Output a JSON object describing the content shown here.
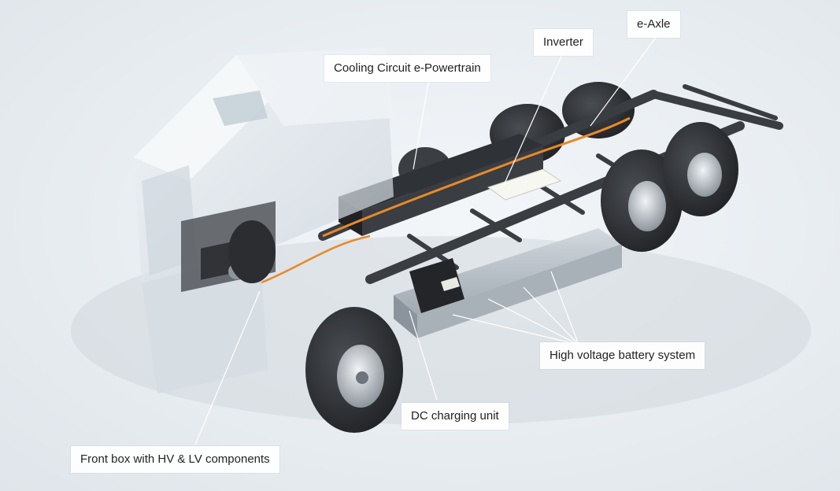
{
  "labels": {
    "cooling": "Cooling Circuit e-Powertrain",
    "inverter": "Inverter",
    "eaxle": "e-Axle",
    "battery": "High voltage battery system",
    "dc": "DC charging unit",
    "frontbox": "Front box with HV & LV components"
  },
  "colors": {
    "background": "#e8edf1",
    "label_bg": "#ffffff",
    "label_text": "#222222",
    "leader_line": "#ffffff",
    "tire": "#2b2d30",
    "frame": "#3a3d42",
    "cooling_pipe": "#e8892a",
    "cab_glass": "#dfe6ec"
  }
}
